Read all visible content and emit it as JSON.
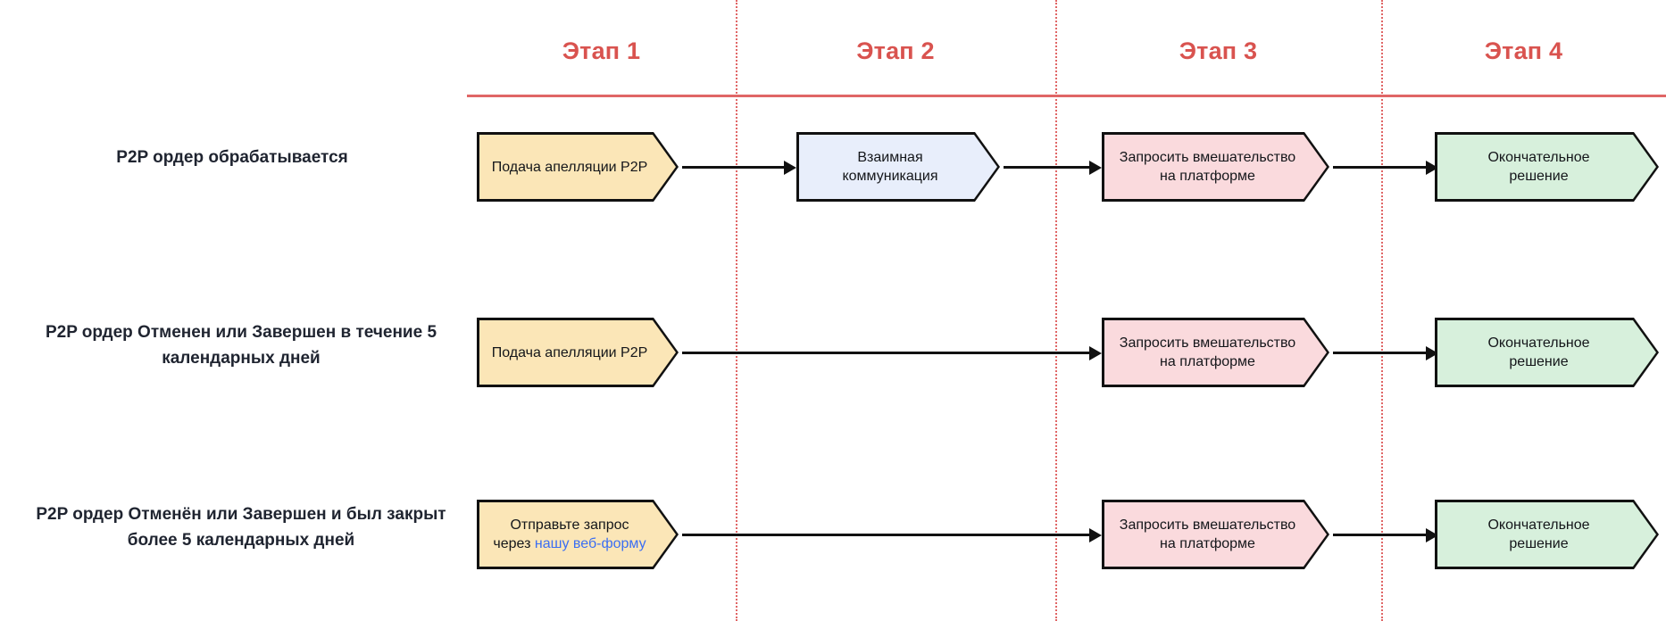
{
  "theme": {
    "accent_red": "#d9534f",
    "divider_red": "#e06666",
    "ink": "#111111",
    "label_ink": "#1f2430",
    "link_blue": "#3b6ef3",
    "yellow_fill": "#fbe6b7",
    "blue_fill": "#e8eefb",
    "pink_fill": "#fadadd",
    "green_fill": "#d7f0dc",
    "canvas": "#ffffff"
  },
  "stage_headers": [
    {
      "label": "Этап 1"
    },
    {
      "label": "Этап 2"
    },
    {
      "label": "Этап 3"
    },
    {
      "label": "Этап 4"
    }
  ],
  "rows": [
    {
      "label": "P2P ордер обрабатывается",
      "steps": [
        {
          "stage": 1,
          "text": "Подача апелляции P2P",
          "color": "yellow"
        },
        {
          "stage": 2,
          "text": "Взаимная\nкоммуникация",
          "color": "blue"
        },
        {
          "stage": 3,
          "text": "Запросить вмешательство\nна платформе",
          "color": "pink"
        },
        {
          "stage": 4,
          "text": "Окончательное\nрешение",
          "color": "green"
        }
      ]
    },
    {
      "label": "P2P ордер Отменен или Завершен в течение 5\nкалендарных дней",
      "steps": [
        {
          "stage": 1,
          "text": "Подача апелляции P2P",
          "color": "yellow"
        },
        {
          "stage": 3,
          "text": "Запросить вмешательство\nна платформе",
          "color": "pink"
        },
        {
          "stage": 4,
          "text": "Окончательное\nрешение",
          "color": "green"
        }
      ]
    },
    {
      "label": "P2P ордер Отменён или Завершен и был закрыт\nболее 5 календарных дней",
      "steps": [
        {
          "stage": 1,
          "text_line1": "Отправьте запрос",
          "text_line2_prefix": "через ",
          "text_line2_link": "нашу веб-форму",
          "color": "yellow"
        },
        {
          "stage": 3,
          "text": "Запросить вмешательство\nна платформе",
          "color": "pink"
        },
        {
          "stage": 4,
          "text": "Окончательное\nрешение",
          "color": "green"
        }
      ]
    }
  ],
  "row1": {
    "label": "P2P ордер обрабатывается",
    "step1": "Подача апелляции P2P",
    "step2_line1": "Взаимная",
    "step2_line2": "коммуникация",
    "step3_line1": "Запросить вмешательство",
    "step3_line2": "на платформе",
    "step4_line1": "Окончательное",
    "step4_line2": "решение"
  },
  "row2": {
    "label_line1": "P2P ордер Отменен или Завершен в течение 5",
    "label_line2": "календарных дней",
    "step1": "Подача апелляции P2P",
    "step3_line1": "Запросить вмешательство",
    "step3_line2": "на платформе",
    "step4_line1": "Окончательное",
    "step4_line2": "решение"
  },
  "row3": {
    "label_line1": "P2P ордер Отменён или Завершен и был закрыт",
    "label_line2": "более 5 календарных дней",
    "step1_line1": "Отправьте запрос",
    "step1_line2_prefix": "через ",
    "step1_line2_link": "нашу веб-форму",
    "step3_line1": "Запросить вмешательство",
    "step3_line2": "на платформе",
    "step4_line1": "Окончательное",
    "step4_line2": "решение"
  }
}
